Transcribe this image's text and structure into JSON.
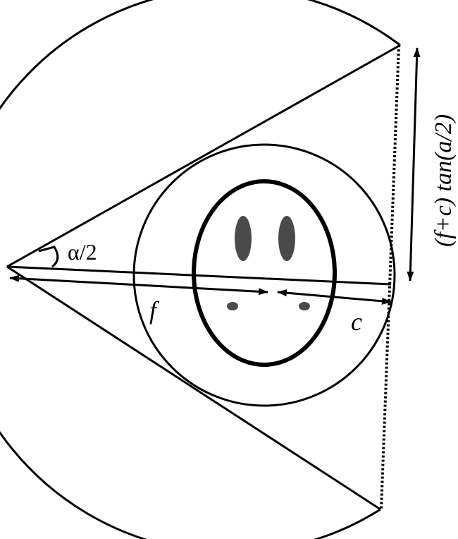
{
  "labels": {
    "half_angle": "α/2",
    "focal": "f",
    "center": "c",
    "height_formula": "(f+c) tan(a/2)"
  },
  "colors": {
    "stroke": "#000000",
    "feature_fill": "#4a4a4a",
    "background": "#ffffff"
  }
}
